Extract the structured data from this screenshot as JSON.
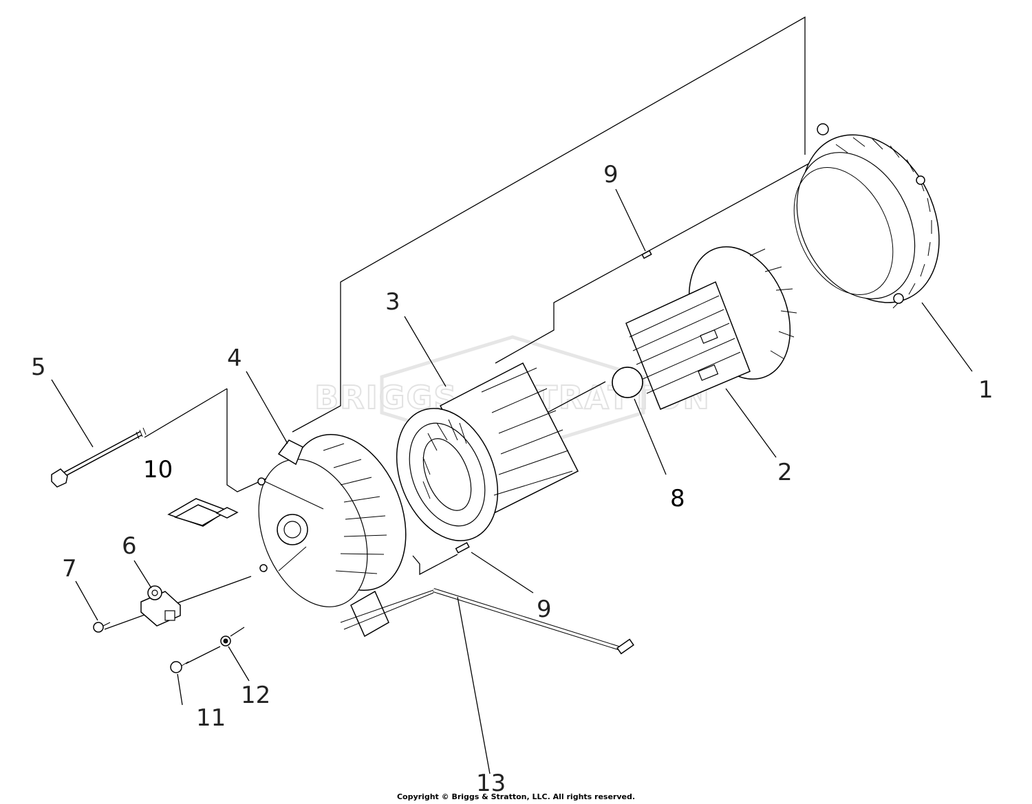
{
  "diagram": {
    "watermark_text": "BRIGGS & STRATTON",
    "parts": [
      {
        "id": "1",
        "label": "1"
      },
      {
        "id": "2",
        "label": "2"
      },
      {
        "id": "3",
        "label": "3"
      },
      {
        "id": "4",
        "label": "4"
      },
      {
        "id": "5",
        "label": "5"
      },
      {
        "id": "6",
        "label": "6"
      },
      {
        "id": "7",
        "label": "7"
      },
      {
        "id": "8",
        "label": "8"
      },
      {
        "id": "9a",
        "label": "9"
      },
      {
        "id": "9b",
        "label": "9"
      },
      {
        "id": "10",
        "label": "10"
      },
      {
        "id": "11",
        "label": "11"
      },
      {
        "id": "12",
        "label": "12"
      },
      {
        "id": "13",
        "label": "13"
      }
    ]
  },
  "footer": {
    "copyright": "Copyright © Briggs & Stratton, LLC. All rights reserved."
  }
}
